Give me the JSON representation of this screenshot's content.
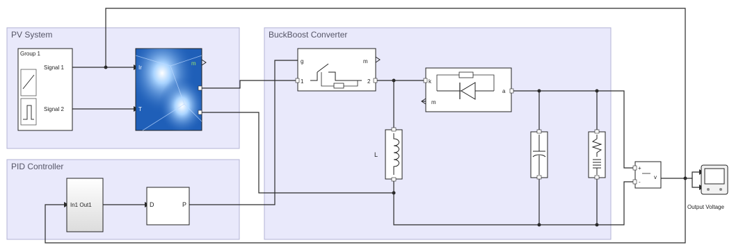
{
  "areas": {
    "pv": "PV System",
    "pid": "PID Controller",
    "converter": "BuckBoost Converter"
  },
  "blocks": {
    "signal_builder": {
      "title": "Group 1",
      "out1": "Signal 1",
      "out2": "Signal 2"
    },
    "pv_array": {
      "in1": "Ir",
      "in2": "T",
      "out1": "m"
    },
    "pid_subsystem": {
      "label": "In1 Out1"
    },
    "pid_controller": {
      "in": "D",
      "out": "P"
    },
    "mosfet": {
      "g": "g",
      "m": "m",
      "p1": "1",
      "p2": "2"
    },
    "diode": {
      "a": "a",
      "m": "m",
      "k": "k"
    },
    "inductor": {
      "label": "L"
    },
    "voltage_sensor": {
      "plus": "+",
      "minus": "-",
      "v": "v"
    },
    "scope": {
      "label": "Output Voltage"
    }
  },
  "colors": {
    "area_fill": "#e9e9fb",
    "area_stroke": "#b3b3d6",
    "pv_panel": "#1f5fb8",
    "wire": "#2a2a2a"
  }
}
